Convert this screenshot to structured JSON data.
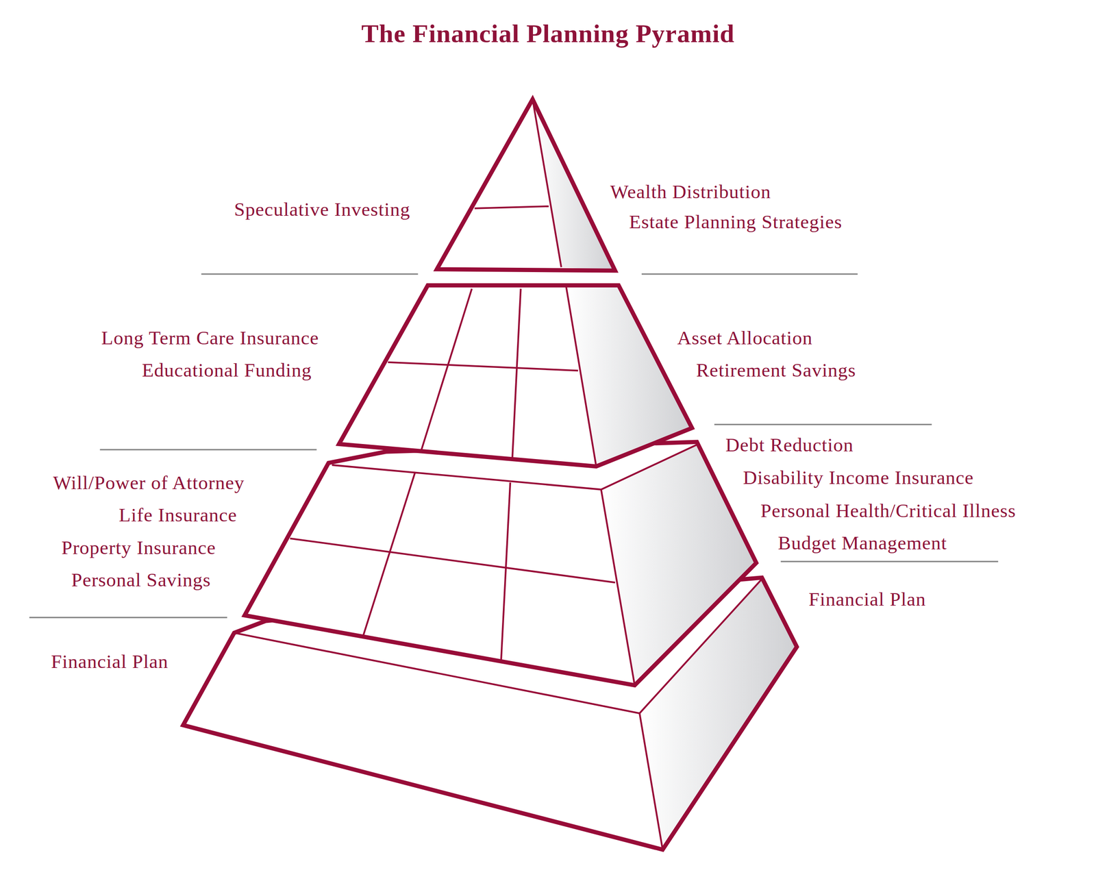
{
  "diagram": {
    "title": "The Financial Planning Pyramid",
    "labels": [
      "Speculative Investing",
      "Wealth Distribution",
      "Estate Planning Strategies",
      "Long Term Care Insurance",
      "Educational Funding",
      "Asset Allocation",
      "Retirement Savings",
      "Debt Reduction",
      "Disability Income Insurance",
      "Personal Health/Critical Illness",
      "Budget Management",
      "Will/Power of Attorney",
      "Life Insurance",
      "Property Insurance",
      "Personal Savings",
      "Financial Plan",
      "Financial Plan"
    ]
  }
}
